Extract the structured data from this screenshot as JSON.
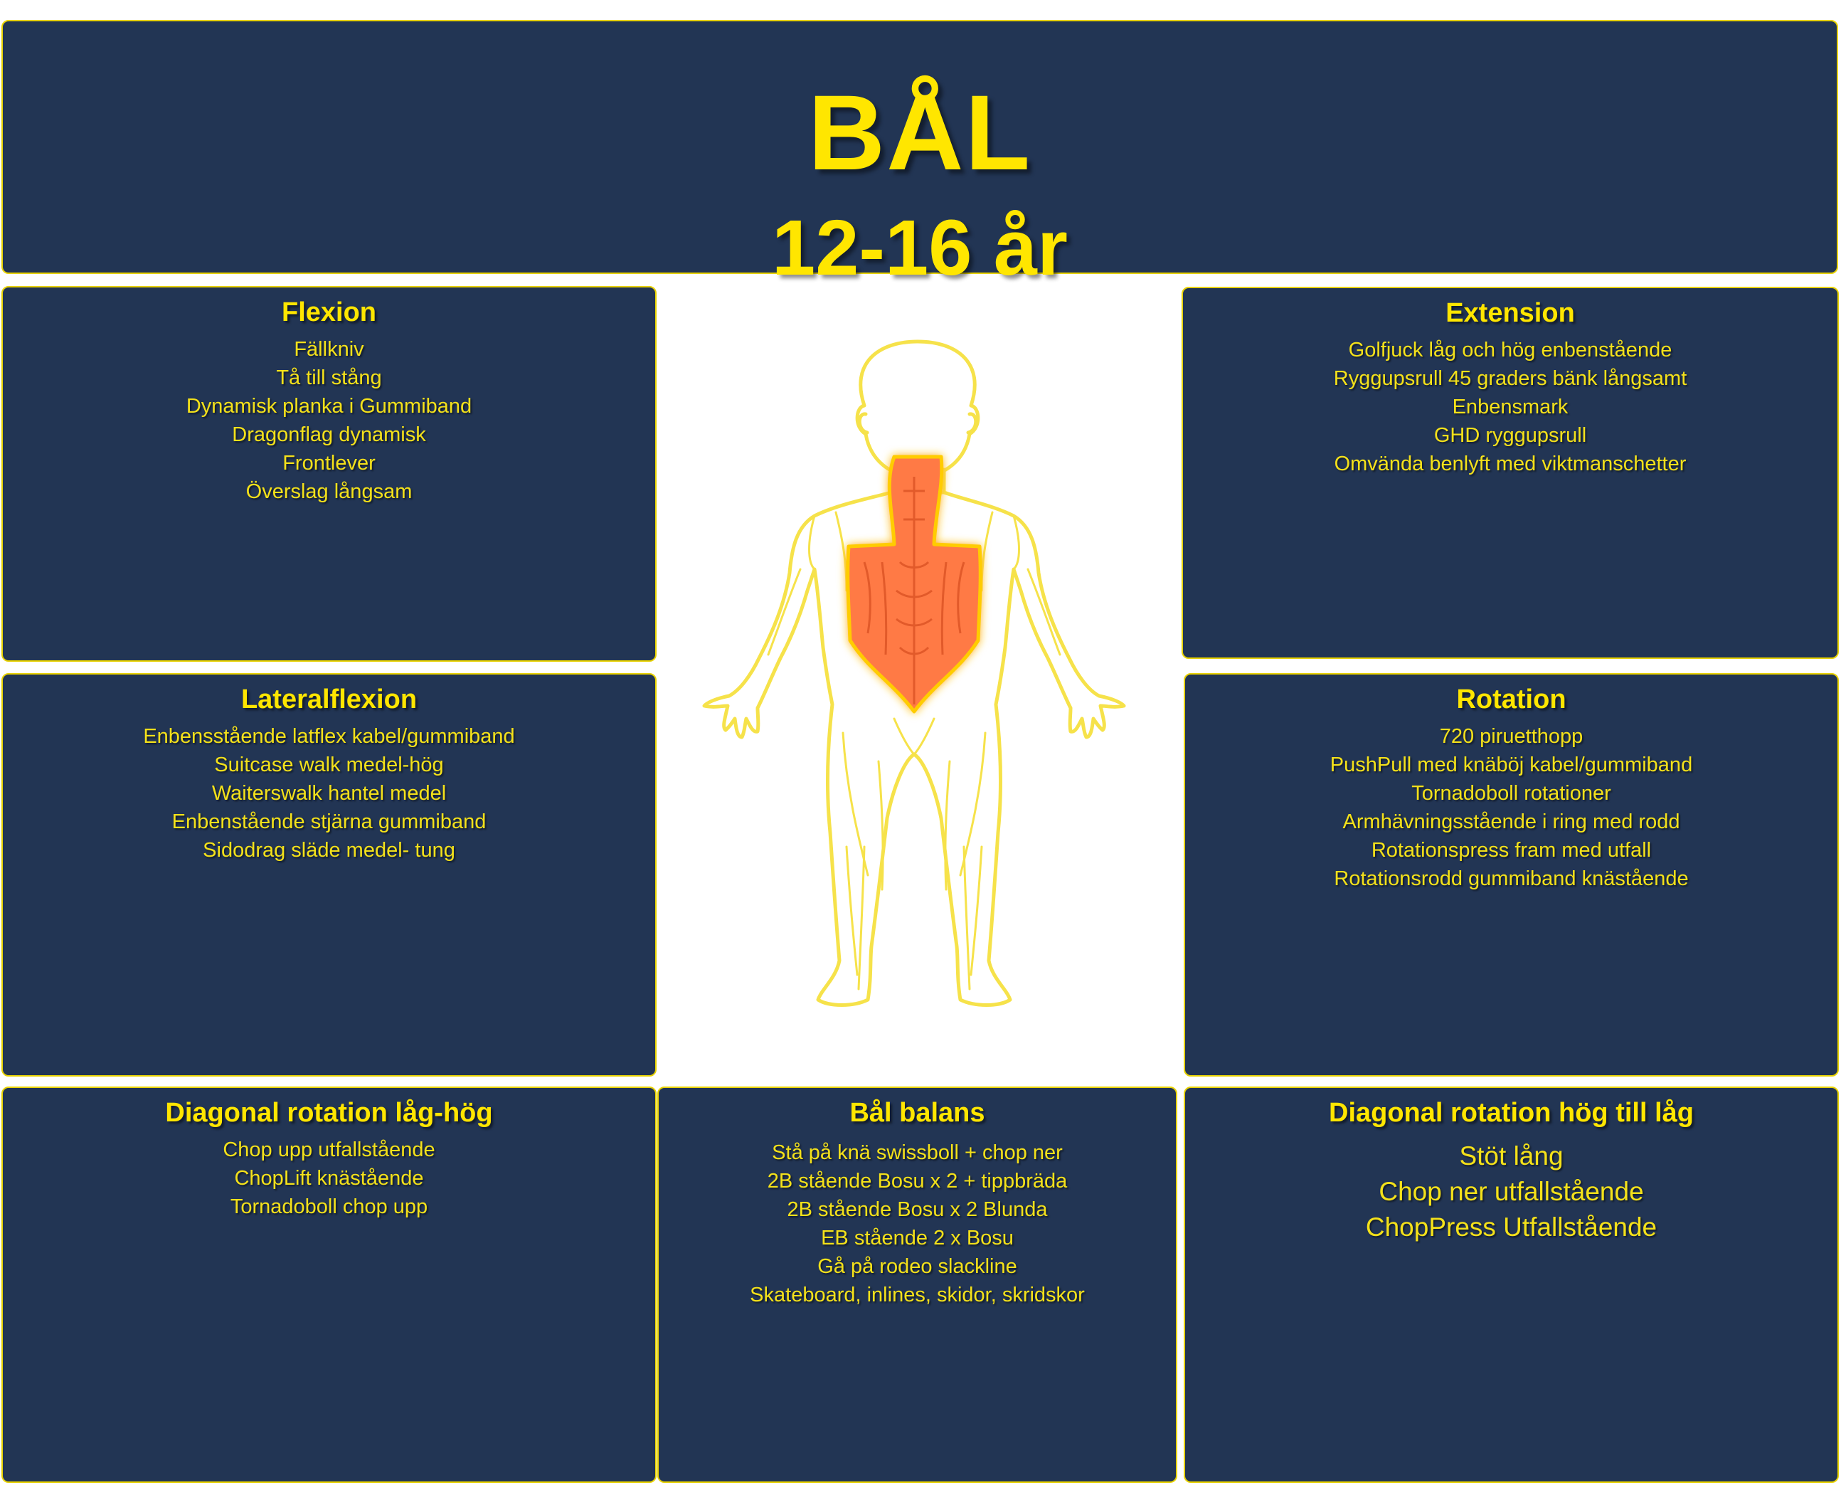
{
  "header": {
    "title": "BÅL",
    "subtitle": "12-16 år"
  },
  "panels": {
    "flexion": {
      "title": "Flexion",
      "items": [
        "Fällkniv",
        "Tå till stång",
        "Dynamisk planka i Gummiband",
        "Dragonflag dynamisk",
        "Frontlever",
        "Överslag långsam"
      ]
    },
    "extension": {
      "title": "Extension",
      "items": [
        "Golfjuck låg och hög  enbenstående",
        "Ryggupsrull 45  graders bänk långsamt",
        "Enbensmark",
        "GHD  ryggupsrull",
        "Omvända benlyft med viktmanschetter"
      ]
    },
    "lateralflexion": {
      "title": "Lateralflexion",
      "items": [
        "Enbensstående latflex kabel/gummiband",
        "Suitcase walk medel-hög",
        "Waiterswalk hantel medel",
        "Enbenstående stjärna gummiband",
        "Sidodrag släde medel- tung"
      ]
    },
    "rotation": {
      "title": "Rotation",
      "items": [
        "720 piruetthopp",
        "PushPull med knäböj kabel/gummiband",
        "Tornadoboll rotationer",
        "Armhävningsstående i ring med rodd",
        "Rotationspress fram med utfall",
        "Rotationsrodd gummiband knästående"
      ]
    },
    "diagonal_low_high": {
      "title": "Diagonal rotation låg-hög",
      "items": [
        "Chop upp utfallstående",
        "ChopLift knästående",
        "Tornadoboll chop upp"
      ]
    },
    "balance": {
      "title": "Bål balans",
      "items": [
        "Stå på knä swissboll + chop ner",
        "2B stående Bosu x 2 + tippbräda",
        "2B stående Bosu x 2 Blunda",
        "EB stående 2 x Bosu",
        "Gå på rodeo slackline",
        "Skateboard, inlines, skidor, skridskor"
      ]
    },
    "diagonal_high_low": {
      "title": "Diagonal rotation hög till låg",
      "items": [
        "Stöt lång",
        "Chop ner utfallstående",
        "ChopPress Utfallstående"
      ]
    }
  },
  "colors": {
    "panel_bg": "#223554",
    "text": "#ffe600",
    "highlight": "#ff7a45"
  },
  "icons": {
    "figure": "body-muscle-figure"
  }
}
